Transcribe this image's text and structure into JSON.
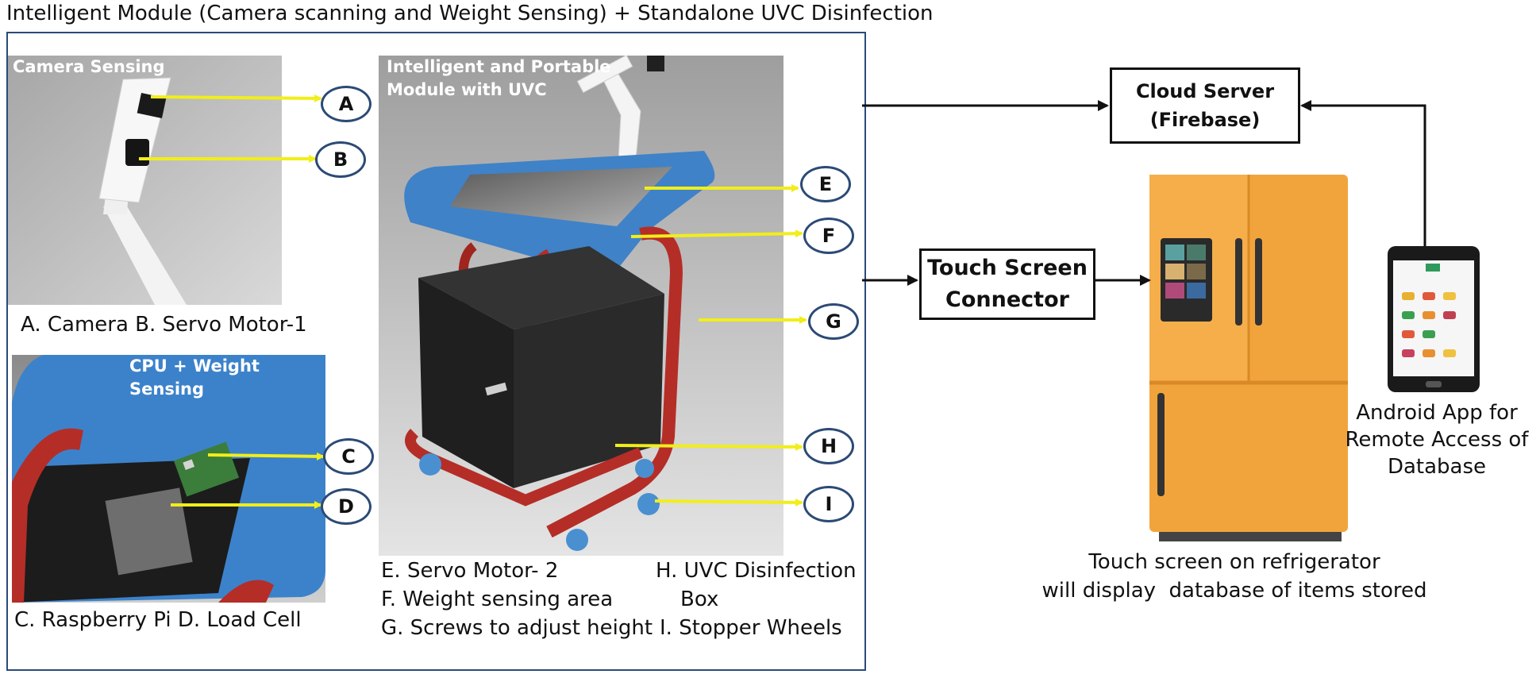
{
  "title": "Intelligent Module (Camera scanning and Weight Sensing) + Standalone UVC Disinfection",
  "panels": {
    "camera": {
      "label": "Camera Sensing",
      "caption": "A. Camera   B. Servo Motor-1"
    },
    "cpu": {
      "label": "CPU + Weight Sensing",
      "caption": "C. Raspberry Pi  D. Load Cell"
    },
    "module": {
      "label_line1": "Intelligent and Portable",
      "label_line2": "Module with UVC",
      "caption_left": [
        "E. Servo Motor- 2",
        "F. Weight sensing area",
        "G. Screws to adjust height"
      ],
      "caption_right_h1": "H. UVC Disinfection",
      "caption_right_h2": "Box",
      "caption_right_i": "I. Stopper Wheels"
    }
  },
  "markers": [
    "A",
    "B",
    "C",
    "D",
    "E",
    "F",
    "G",
    "H",
    "I"
  ],
  "cloud": {
    "line1": "Cloud Server",
    "line2": "(Firebase)"
  },
  "connector": {
    "line1": "Touch Screen",
    "line2": "Connector"
  },
  "app_caption": [
    "Android App for",
    "Remote Access of",
    "Database"
  ],
  "fridge_caption": [
    "Touch screen on refrigerator",
    "will display  database of items stored"
  ],
  "colors": {
    "frame": "#2b4a7a",
    "pointer": "#f1ee1a",
    "marker_border": "#2c4a75",
    "tray": "#3f82c8",
    "frame_tube": "#b8322b",
    "fridge": "#f2a43c"
  }
}
